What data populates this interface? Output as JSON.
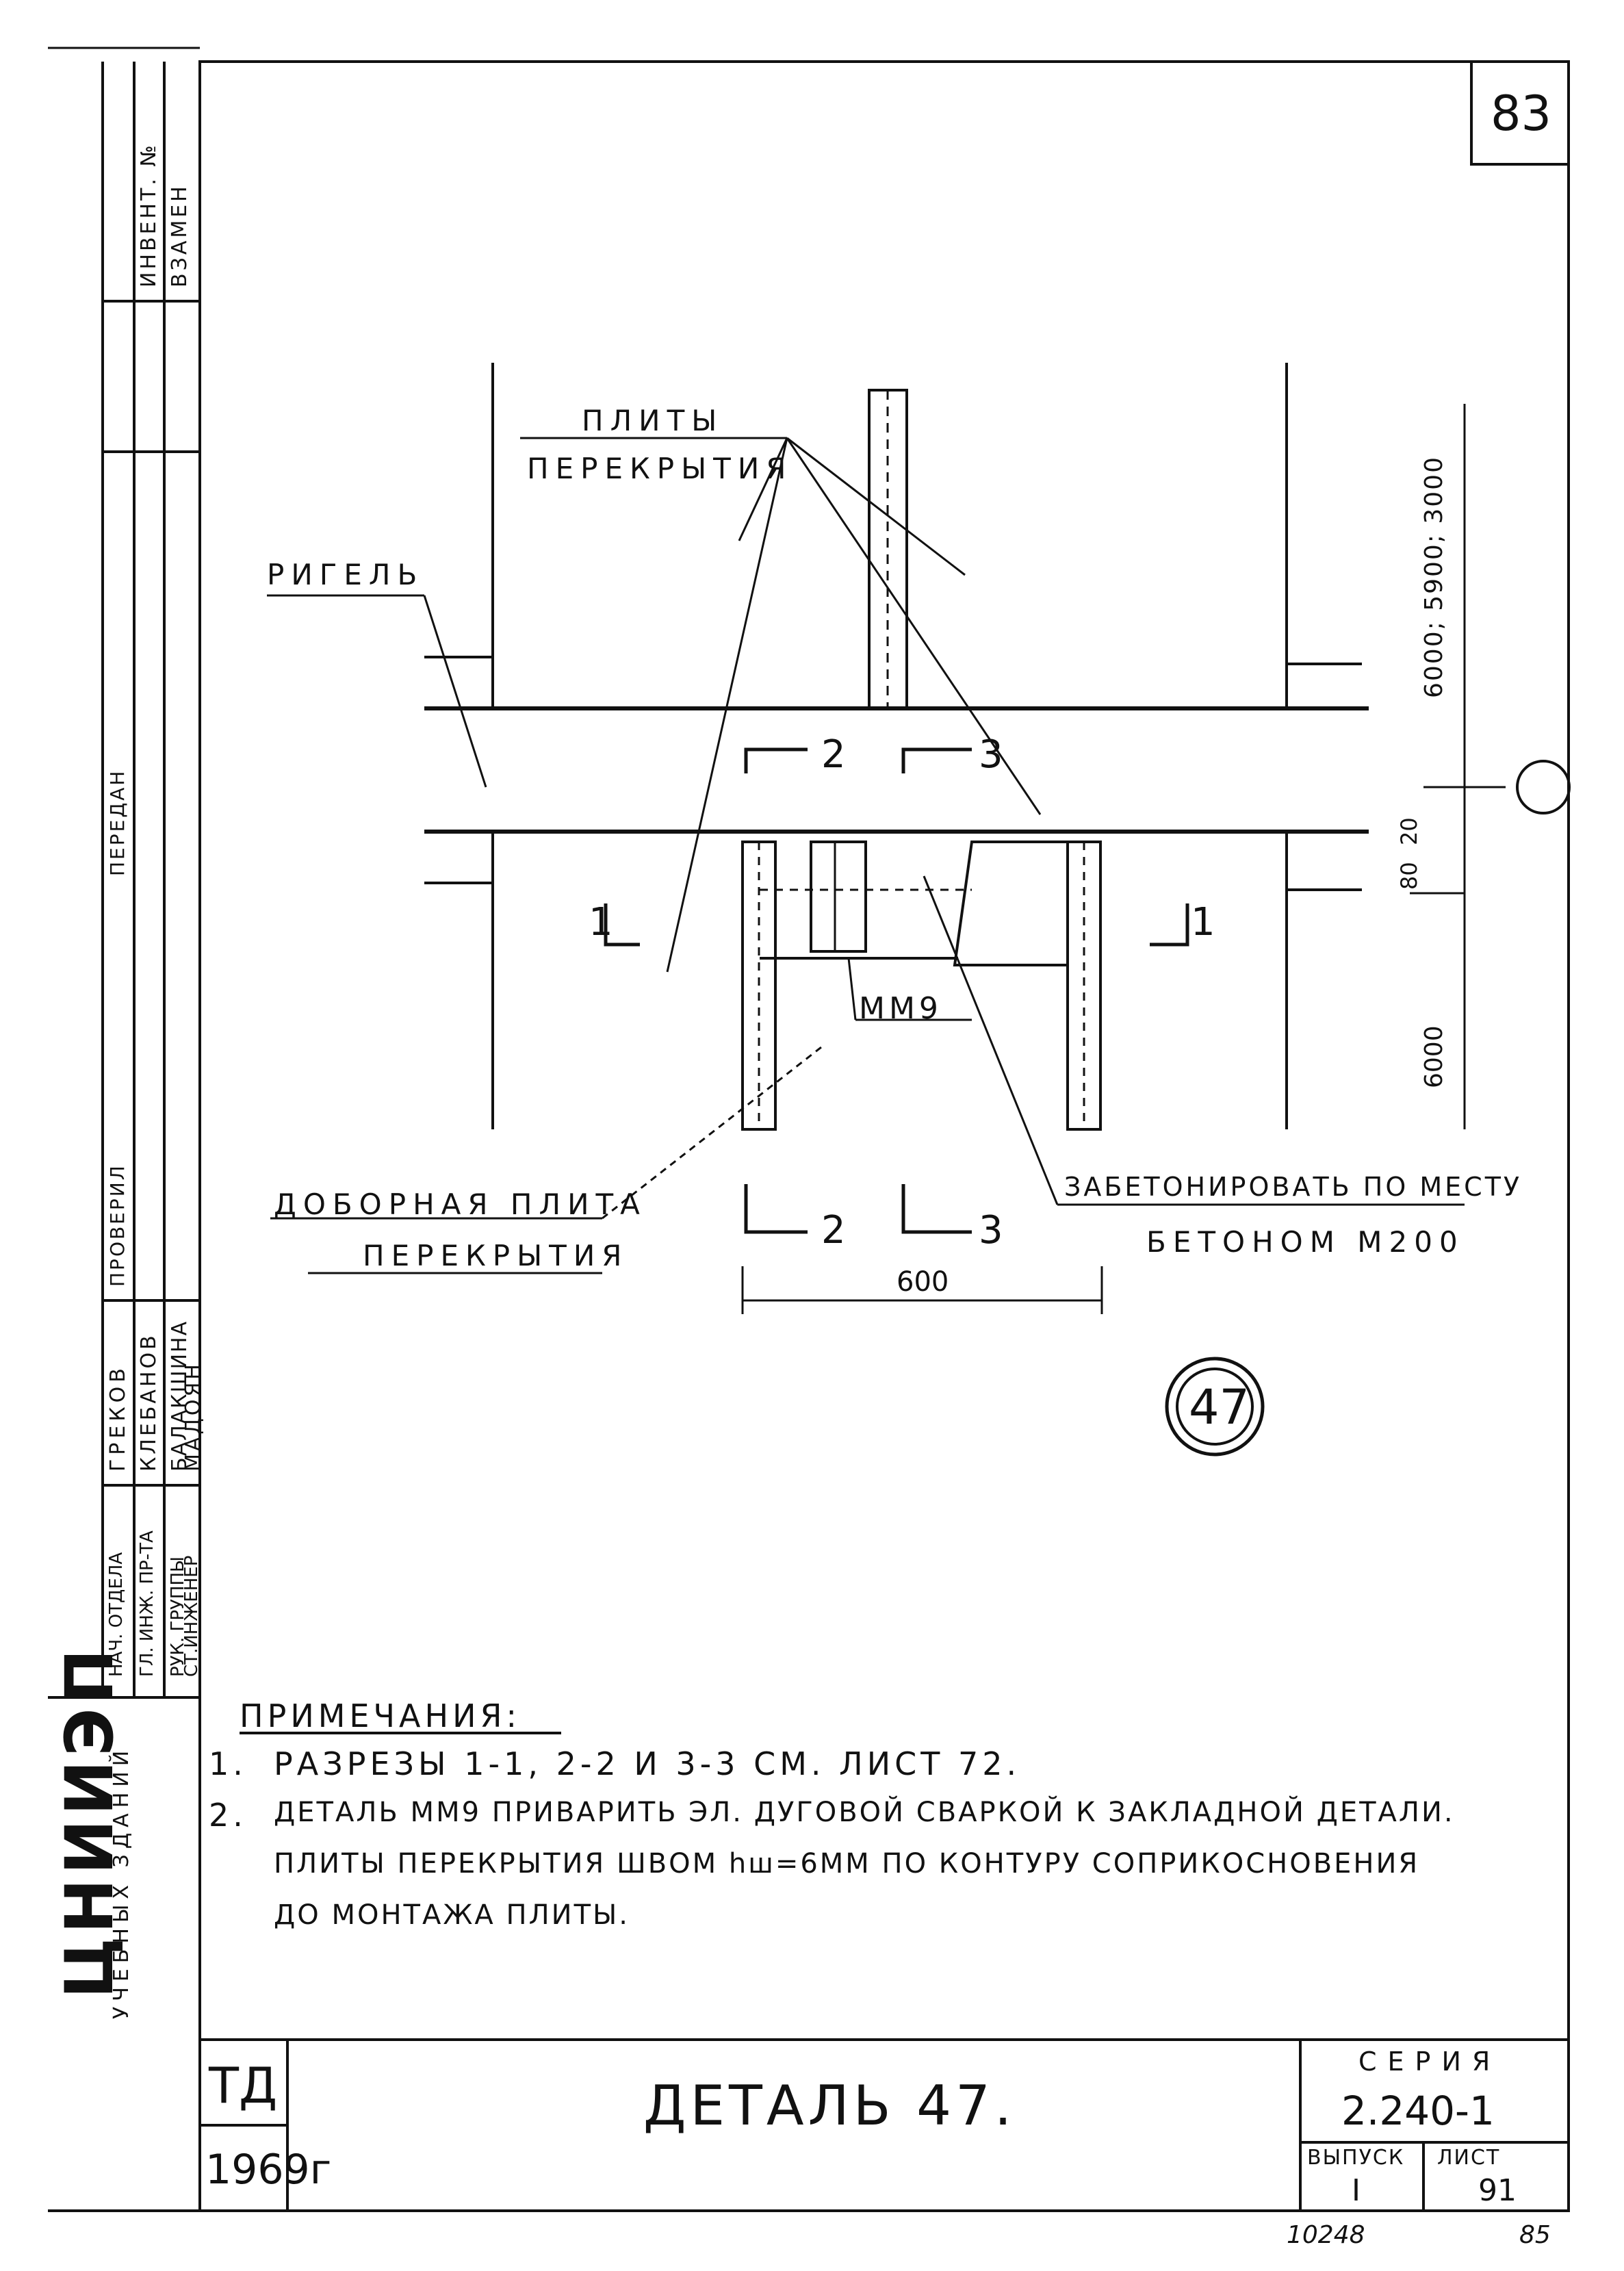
{
  "sheet": {
    "page_number": "83",
    "bottom_code": "10248",
    "bottom_page": "85"
  },
  "side_stamp": {
    "org": "ЦНИИЭП",
    "org_sub": "УЧЕБНЫХ ЗДАНИЙ",
    "invent": "ИНВЕНТ. №",
    "vzamen": "ВЗАМЕН",
    "roles": [
      "НАЧ. ОТДЕЛА",
      "ГЛ. ИНЖ. ПР-ТА",
      "РУК. ГРУППЫ",
      "СТ.ИНЖЕНЕР"
    ],
    "names": [
      "ГРЕКОВ",
      "КЛЕБАНОВ",
      "БАЛАКШИНА",
      "МАДОЯН"
    ],
    "columns": [
      "ПРОВЕРИЛ",
      "ПЕРЕДАН"
    ]
  },
  "drawing": {
    "label_plity": "ПЛИТЫ",
    "label_plity2": "ПЕРЕКРЫТИЯ",
    "label_rigel": "РИГЕЛЬ",
    "label_dobornaya": "ДОБОРНАЯ ПЛИТА",
    "label_dobornaya2": "ПЕРЕКРЫТИЯ",
    "label_zabeton": "ЗАБЕТОНИРОВАТЬ ПО МЕСТУ",
    "label_zabeton2": "БЕТОНОМ М200",
    "label_mm9": "ММ9",
    "sec_2": "2",
    "sec_3": "3",
    "sec_1": "1",
    "dim_top": "6000; 5900; 3000",
    "dim_bottom": "6000",
    "dim_gap": "80",
    "dim_gap2": "20",
    "dim_width": "600",
    "detail_mark": "47"
  },
  "notes": {
    "title": "ПРИМЕЧАНИЯ:",
    "n1_num": "1.",
    "n1": "РАЗРЕЗЫ 1-1, 2-2 И 3-3 СМ. ЛИСТ 72.",
    "n2_num": "2.",
    "n2_l1": "ДЕТАЛЬ ММ9 ПРИВАРИТЬ ЭЛ. ДУГОВОЙ СВАРКОЙ К ЗАКЛАДНОЙ ДЕТАЛИ.",
    "n2_l2": "ПЛИТЫ ПЕРЕКРЫТИЯ ШВОМ hш=6ММ ПО КОНТУРУ СОПРИКОСНОВЕНИЯ",
    "n2_l3": "ДО МОНТАЖА ПЛИТЫ."
  },
  "title_block": {
    "td": "ТД",
    "year": "1969г",
    "title": "ДЕТАЛЬ 47.",
    "seria_label": "СЕРИЯ",
    "seria": "2.240-1",
    "vypusk_label": "ВЫПУСК",
    "vypusk": "I",
    "list_label": "ЛИСТ",
    "list": "91"
  }
}
